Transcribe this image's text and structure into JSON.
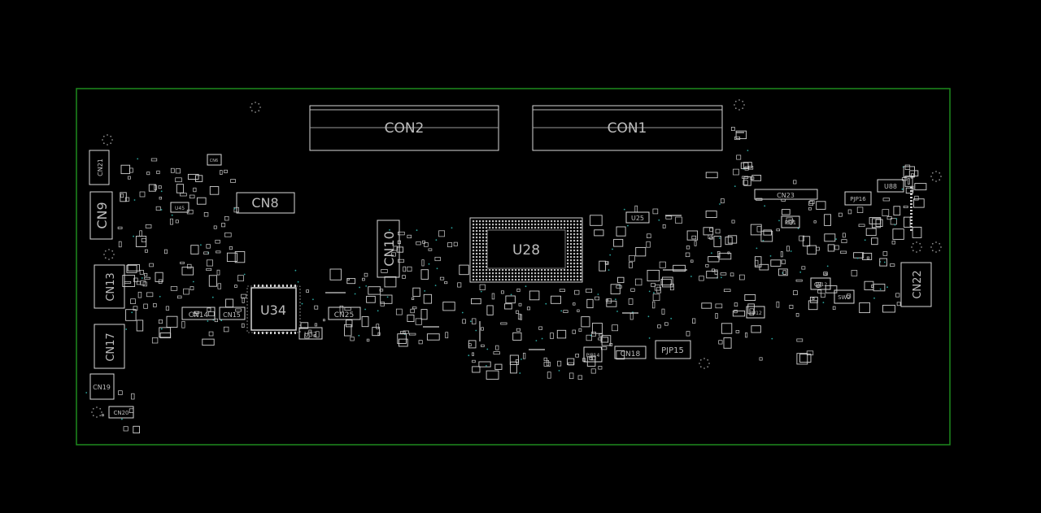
{
  "colors": {
    "background": "#000000",
    "board_outline": "#1e8a1e",
    "silkscreen": "#d6d6d6",
    "via": "#2aa7a0"
  },
  "labels": {
    "con2": "CON2",
    "con1": "CON1",
    "cn8": "CN8",
    "cn9": "CN9",
    "cn10": "CN10",
    "u28": "U28",
    "u34": "U34",
    "cn13": "CN13",
    "cn17": "CN17",
    "cn22": "CN22",
    "cn14": "CN14",
    "cn15": "CN15",
    "cn25": "CN25",
    "cn18": "CN18",
    "pjp15": "PJP15",
    "cn23": "CN23",
    "u25": "U25",
    "u32": "U32",
    "cn19": "CN19",
    "cn20": "CN20",
    "pjp16": "PJP16",
    "u88": "U88",
    "sw2": "SW2",
    "cn12": "CN12",
    "pq1": "PQ1",
    "pu12": "PU12",
    "pjp14": "PJP14",
    "u45": "U45",
    "cn6": "CN6",
    "cn21": "CN21"
  }
}
